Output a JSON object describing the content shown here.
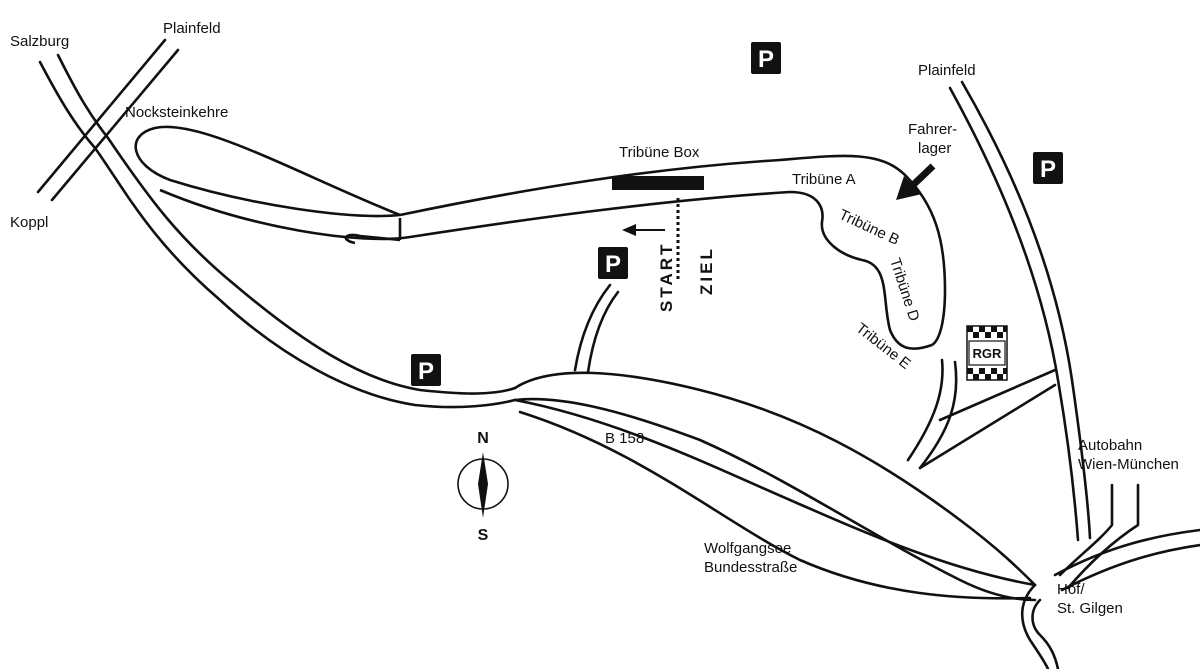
{
  "places": {
    "salzburg": "Salzburg",
    "plainfeld_left": "Plainfeld",
    "plainfeld_right": "Plainfeld",
    "koppl": "Koppl",
    "autobahn_line1": "Autobahn",
    "autobahn_line2": "Wien-München",
    "hof_line1": "Hof/",
    "hof_line2": "St. Gilgen"
  },
  "roads": {
    "b158": "B 158",
    "wolfgangsee_line1": "Wolfgangsee",
    "wolfgangsee_line2": "Bundesstraße"
  },
  "track": {
    "nocksteinkehre": "Nocksteinkehre",
    "tribune_box": "Tribüne Box",
    "tribune_a": "Tribüne A",
    "tribune_b": "Tribüne B",
    "tribune_d": "Tribüne D",
    "tribune_e": "Tribüne E",
    "fahrerlager_line1": "Fahrer-",
    "fahrerlager_line2": "lager",
    "start": "START",
    "ziel": "ZIEL"
  },
  "parking_symbol": "P",
  "compass": {
    "north": "N",
    "south": "S"
  },
  "logo_text": "RGR",
  "colors": {
    "ink": "#111111",
    "paper": "#ffffff"
  },
  "icons": [
    "parking-icon",
    "compass-icon",
    "rgr-flag-logo",
    "direction-arrow-icon"
  ]
}
